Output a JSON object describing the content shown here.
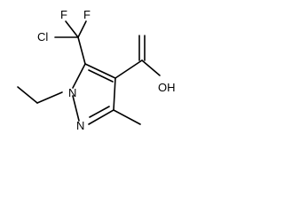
{
  "structure": {
    "atoms": {
      "cl": "Cl",
      "f_left": "F",
      "f_right": "F",
      "oh": "OH",
      "n1": "N",
      "n2": "N"
    }
  }
}
